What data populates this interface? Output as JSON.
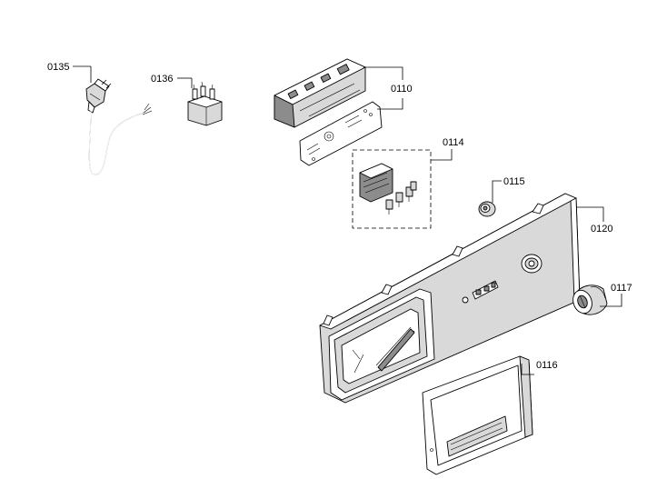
{
  "diagram": {
    "parts": [
      {
        "id": "p0135",
        "number": "0135",
        "icon": "power-cord-plug-icon"
      },
      {
        "id": "p0136",
        "number": "0136",
        "icon": "interference-filter-icon"
      },
      {
        "id": "p0110",
        "number": "0110",
        "icon": "control-module-icon"
      },
      {
        "id": "p0114",
        "number": "0114",
        "icon": "switch-group-icon"
      },
      {
        "id": "p0115",
        "number": "0115",
        "icon": "knob-cap-icon"
      },
      {
        "id": "p0120",
        "number": "0120",
        "icon": "control-panel-fascia-icon"
      },
      {
        "id": "p0117",
        "number": "0117",
        "icon": "program-selector-knob-icon"
      },
      {
        "id": "p0116",
        "number": "0116",
        "icon": "detergent-drawer-handle-icon"
      }
    ]
  }
}
